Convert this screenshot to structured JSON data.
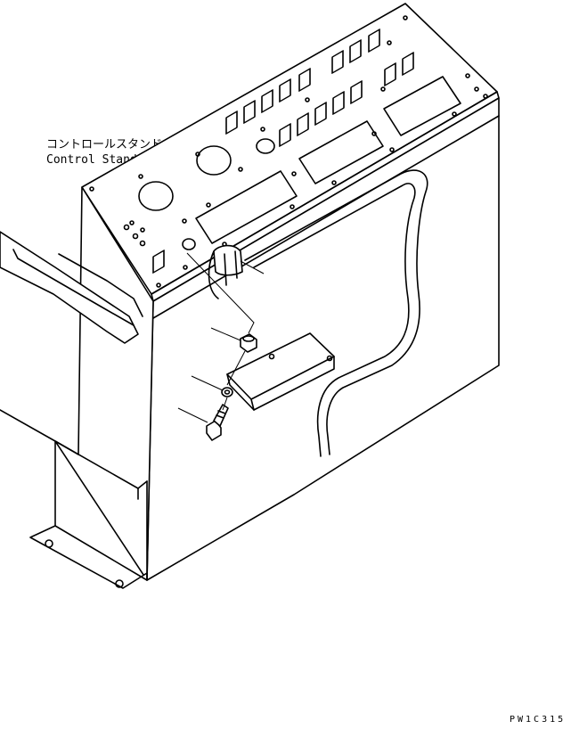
{
  "labels": {
    "title_jp": "コントロールスタンド 右",
    "title_en": "Control Stand R.H.",
    "drawing_code": "PW1C315"
  }
}
